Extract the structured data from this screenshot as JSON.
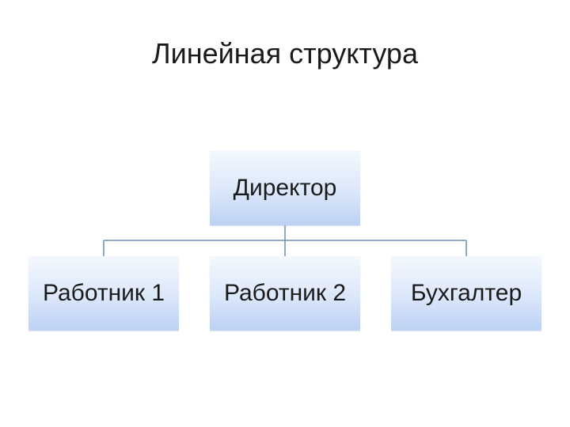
{
  "title": "Линейная структура",
  "root": {
    "label": "Директор"
  },
  "children": [
    {
      "label": "Работник 1"
    },
    {
      "label": "Работник 2"
    },
    {
      "label": "Бухгалтер"
    }
  ],
  "colors": {
    "connector": "#6a8fb8",
    "node_top": "#f4f8fe",
    "node_bottom": "#bcd1f4"
  }
}
